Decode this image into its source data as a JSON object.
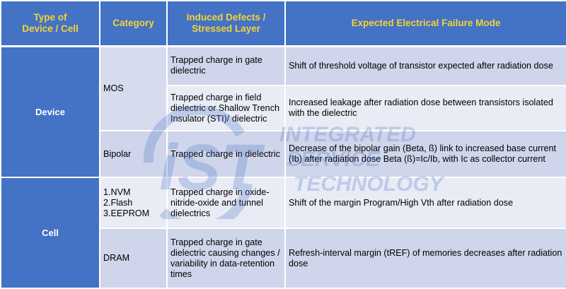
{
  "table": {
    "headers": [
      "Type of\nDevice / Cell",
      "Category",
      "Induced Defects /\nStressed Layer",
      "Expected Electrical Failure Mode"
    ],
    "groups": {
      "device": "Device",
      "cell": "Cell"
    },
    "categories": {
      "mos": "MOS",
      "bipolar": "Bipolar",
      "nvm_lines": [
        "1.NVM",
        "2.Flash",
        "3.EEPROM"
      ],
      "dram": "DRAM"
    },
    "rows": [
      {
        "defect": "Trapped charge in gate dielectric",
        "failure": "Shift of threshold voltage of transistor expected after radiation dose"
      },
      {
        "defect": "Trapped charge in field dielectric or Shallow Trench Insulator (STI)/ dielectric",
        "failure": "Increased leakage after radiation dose between transistors isolated with the dielectric"
      },
      {
        "defect": "Trapped charge in dielectric",
        "failure": "Decrease of the bipolar gain (Beta, ß) link to increased base current (Ib) after radiation dose Beta (ß)=Ic/Ib, with Ic as collector current"
      },
      {
        "defect": "Trapped charge in oxide-nitride-oxide and tunnel dielectrics",
        "failure": "Shift of the margin Program/High Vth after radiation dose"
      },
      {
        "defect": "Trapped charge in gate dielectric causing changes / variability in data-retention times",
        "failure": "Refresh-interval margin (tREF) of memories decreases after radiation dose"
      }
    ]
  },
  "watermark": {
    "logo_text": "iST",
    "lines": [
      "INTEGRATED",
      "SERVICE",
      "TECHNOLOGY"
    ],
    "color": "#4472c4"
  },
  "colors": {
    "header_bg": "#4472c4",
    "header_text": "#f5d335",
    "row_dark": "#cfd5ea",
    "row_light": "#e9ebf5"
  }
}
